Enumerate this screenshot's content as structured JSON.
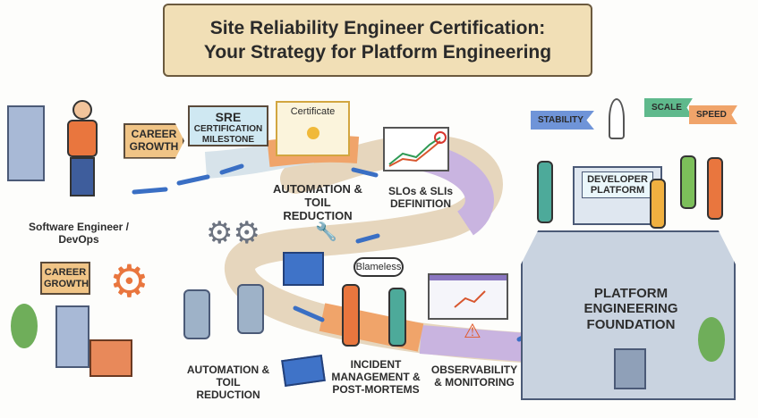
{
  "title": {
    "line1": "Site Reliability Engineer Certification:",
    "line2": "Your Strategy for Platform Engineering"
  },
  "start": {
    "label": "Software Engineer / DevOps"
  },
  "signs": {
    "career_growth_top": "CAREER GROWTH",
    "sre_milestone_line1": "SRE",
    "sre_milestone_line2": "CERTIFICATION MILESTONE",
    "certificate": "Certificate",
    "career_growth_bottom": "CAREER GROWTH"
  },
  "stages": {
    "automation_top": "AUTOMATION & TOIL REDUCTION",
    "slos": "SLOs & SLIs DEFINITION",
    "automation_bottom": "AUTOMATION & TOIL REDUCTION",
    "incident": "INCIDENT MANAGEMENT & POST-MORTEMS",
    "observability": "OBSERVABILITY & MONITORING"
  },
  "speech_bubble": "Blameless",
  "platform": {
    "screen": "DEVELOPER PLATFORM",
    "building": "PLATFORM ENGINEERING FOUNDATION",
    "flags": [
      "STABILITY",
      "SCALE",
      "SPEED"
    ]
  },
  "colors": {
    "banner": "#f1dfb6",
    "road": "#e6d6bd",
    "purple": "#c9b4e0",
    "orange": "#f0a46a",
    "blue": "#b9d9ea"
  }
}
